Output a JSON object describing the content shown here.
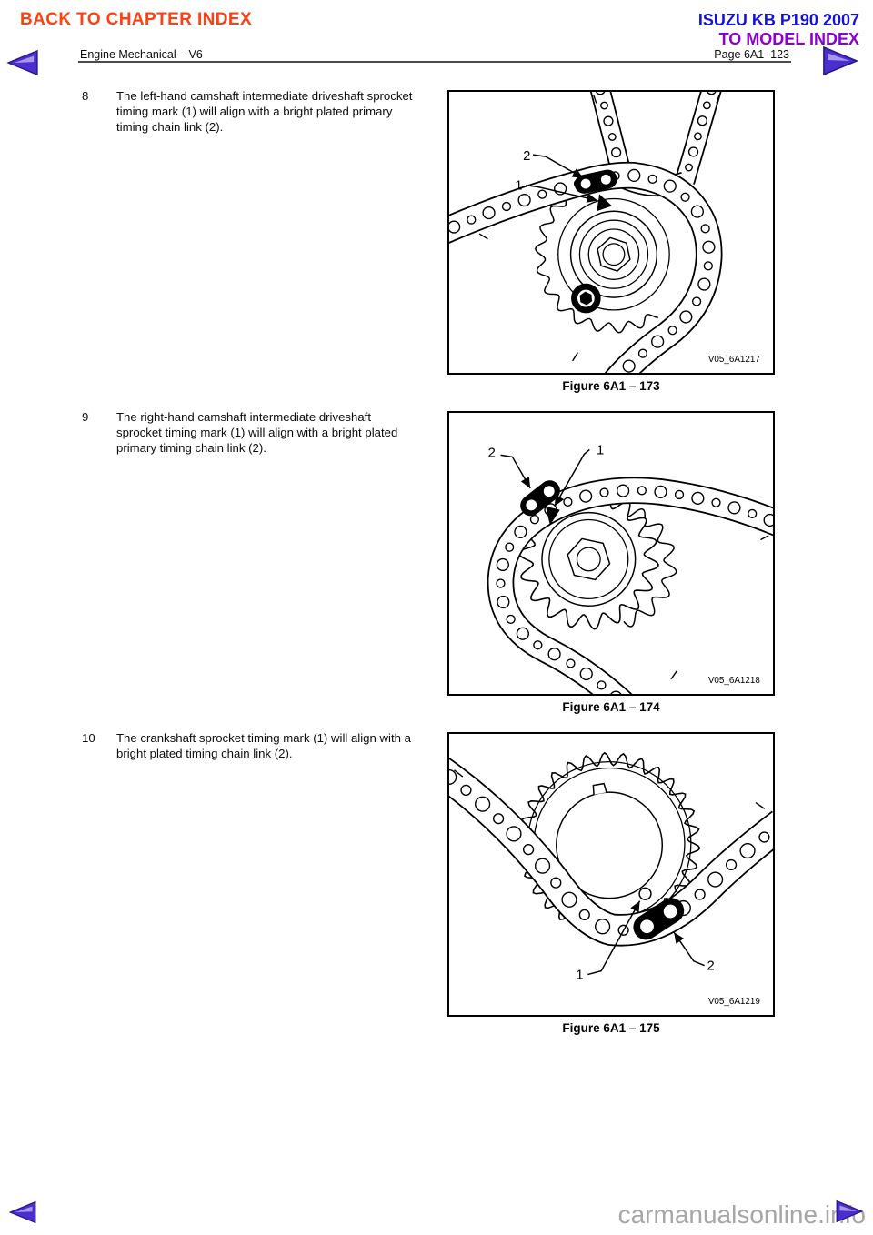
{
  "header": {
    "back_to_chapter": "BACK TO CHAPTER INDEX",
    "brand_title": "ISUZU KB P190 2007",
    "to_model_index": "TO MODEL INDEX",
    "section": "Engine Mechanical – V6",
    "page_label": "Page 6A1–123"
  },
  "steps": [
    {
      "number": "8",
      "text": "The left-hand camshaft intermediate driveshaft sprocket timing mark (1) will align with a bright plated primary timing chain link (2).",
      "figure": {
        "image_ref": "V05_6A1217",
        "caption": "Figure 6A1 – 173",
        "callout_1": "1",
        "callout_2": "2"
      }
    },
    {
      "number": "9",
      "text": "The right-hand camshaft intermediate driveshaft sprocket timing mark (1) will align with a bright plated primary timing chain link (2).",
      "figure": {
        "image_ref": "V05_6A1218",
        "caption": "Figure 6A1 – 174",
        "callout_1": "1",
        "callout_2": "2"
      }
    },
    {
      "number": "10",
      "text": "The crankshaft sprocket timing mark (1) will align with a bright plated timing chain link (2).",
      "figure": {
        "image_ref": "V05_6A1219",
        "caption": "Figure 6A1 – 175",
        "callout_1": "1",
        "callout_2": "2"
      }
    }
  ],
  "watermark": "carmanualsonline.info",
  "colors": {
    "back_link": "#FF4012",
    "brand_title": "#1212D8",
    "model_index_link": "#8C00D2",
    "nav_arrow": "#4B2ECF",
    "nav_arrow_highlight": "#A897EC",
    "watermark": "#A6A6A6"
  },
  "icons": {
    "top_left": "prev-arrow-icon",
    "top_right": "next-arrow-icon",
    "bottom_left": "prev-arrow-icon",
    "bottom_right": "next-arrow-icon"
  }
}
